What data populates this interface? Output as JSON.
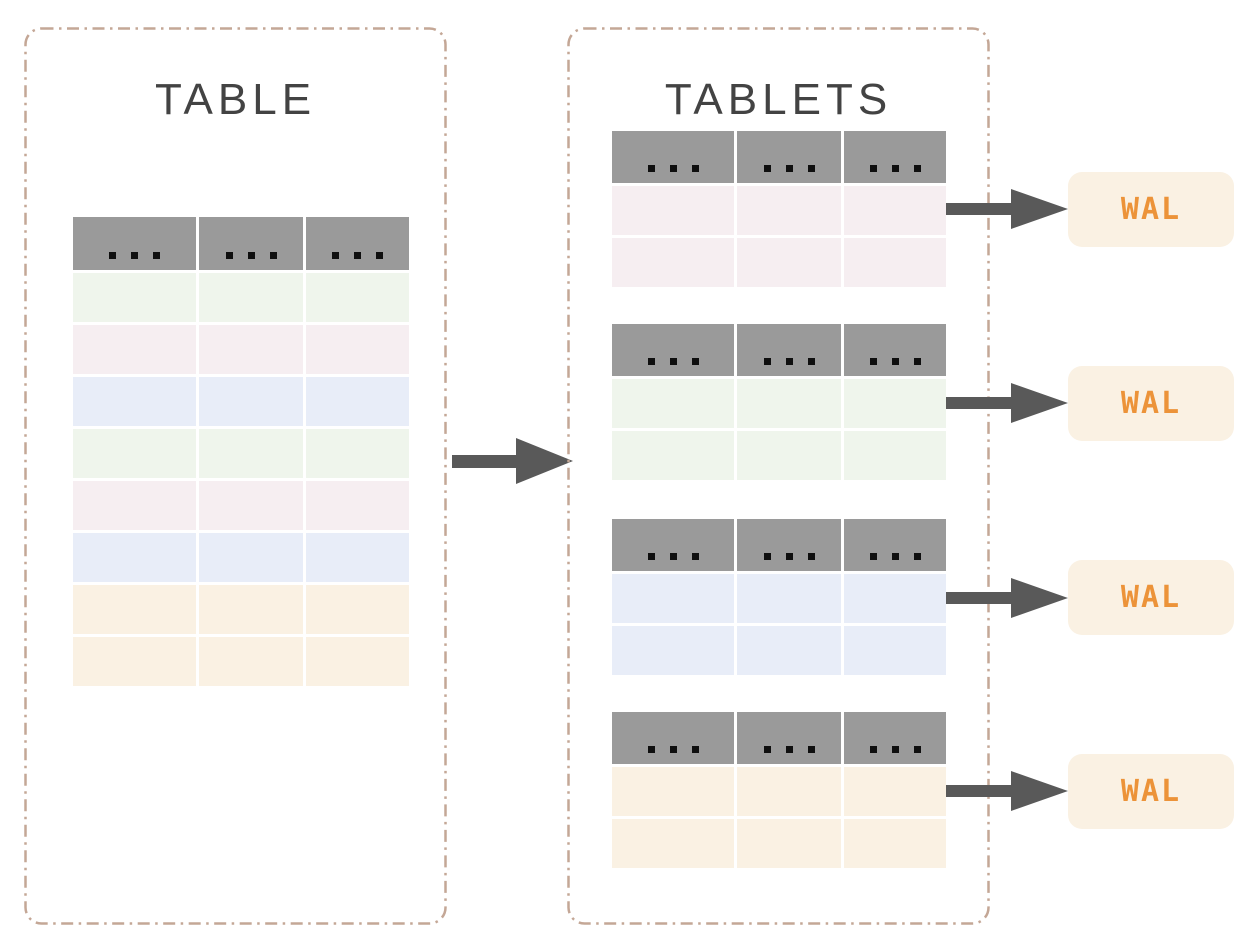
{
  "palette": {
    "canvas_bg": "#FFFFFF",
    "panel_border": "#C4A796",
    "title_text": "#434343",
    "header_gray": "#9A9A9A",
    "header_dot": "#0F0F0F",
    "row_pink": "#F6EEF1",
    "row_green": "#EFF5EC",
    "row_blue": "#E8EDF8",
    "row_orange": "#FAF1E3",
    "arrow_gray": "#595959",
    "wal_bg": "#FAF1E3",
    "wal_text": "#EC9339"
  },
  "left_panel": {
    "title": "TABLE",
    "table": {
      "columns": 3,
      "header_symbol": "...",
      "rows": [
        "green",
        "pink",
        "blue",
        "green",
        "pink",
        "blue",
        "orange",
        "orange"
      ]
    }
  },
  "right_panel": {
    "title": "TABLETS",
    "tablets": [
      {
        "columns": 3,
        "header_symbol": "...",
        "rows": [
          "pink",
          "pink"
        ]
      },
      {
        "columns": 3,
        "header_symbol": "...",
        "rows": [
          "green",
          "green"
        ]
      },
      {
        "columns": 3,
        "header_symbol": "...",
        "rows": [
          "blue",
          "blue"
        ]
      },
      {
        "columns": 3,
        "header_symbol": "...",
        "rows": [
          "orange",
          "orange"
        ]
      }
    ]
  },
  "wal_boxes": [
    {
      "label": "WAL"
    },
    {
      "label": "WAL"
    },
    {
      "label": "WAL"
    },
    {
      "label": "WAL"
    }
  ]
}
